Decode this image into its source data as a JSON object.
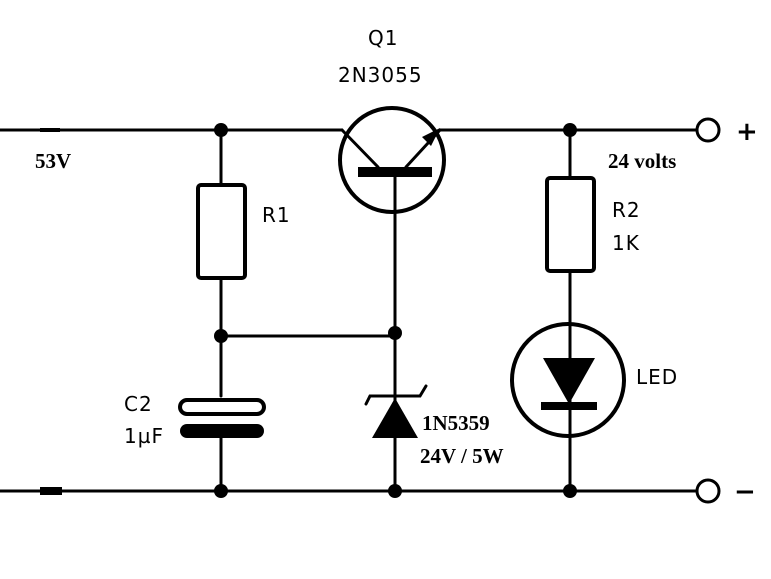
{
  "labels": {
    "q1_name": "Q1",
    "q1_part": "2N3055",
    "input_voltage": "53V",
    "output_voltage": "24 volts",
    "r1": "R1",
    "r2_name": "R2",
    "r2_value": "1K",
    "c2_name": "C2",
    "c2_value": "1µF",
    "zener_part": "1N5359",
    "zener_rating": "24V / 5W",
    "led": "LED",
    "plus": "+",
    "minus": "−"
  }
}
